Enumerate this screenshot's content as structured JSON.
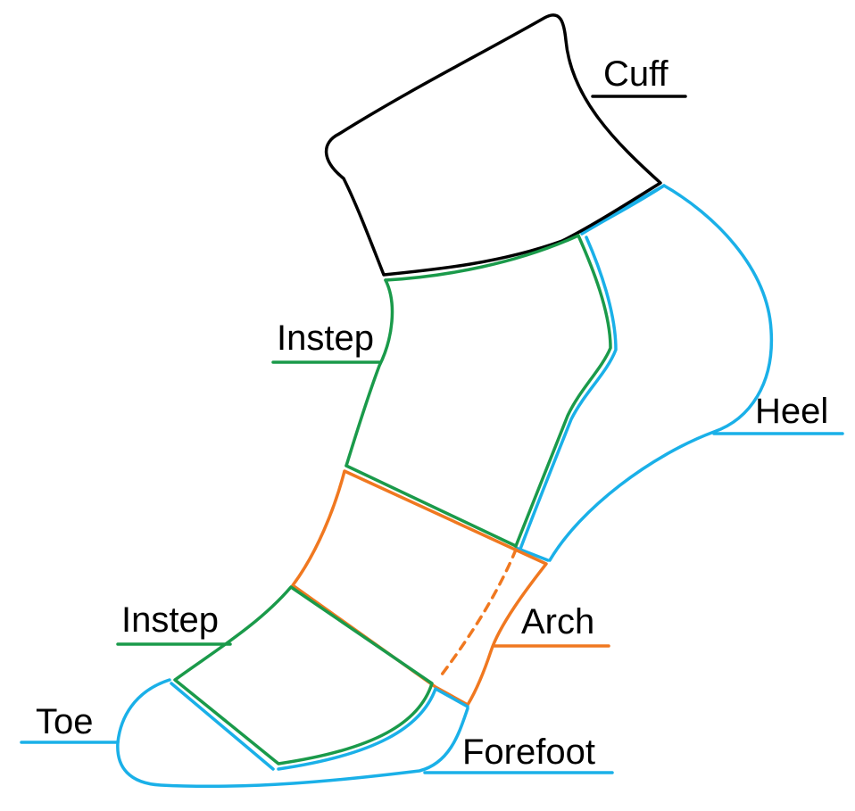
{
  "labels": {
    "cuff": "Cuff",
    "instep_upper": "Instep",
    "heel": "Heel",
    "instep_lower": "Instep",
    "arch": "Arch",
    "toe": "Toe",
    "forefoot": "Forefoot"
  },
  "colors": {
    "cuff": "#000000",
    "instep": "#1a9a4a",
    "heel": "#1ab0e8",
    "arch": "#f07820",
    "toe": "#1ab0e8",
    "forefoot": "#1ab0e8"
  }
}
